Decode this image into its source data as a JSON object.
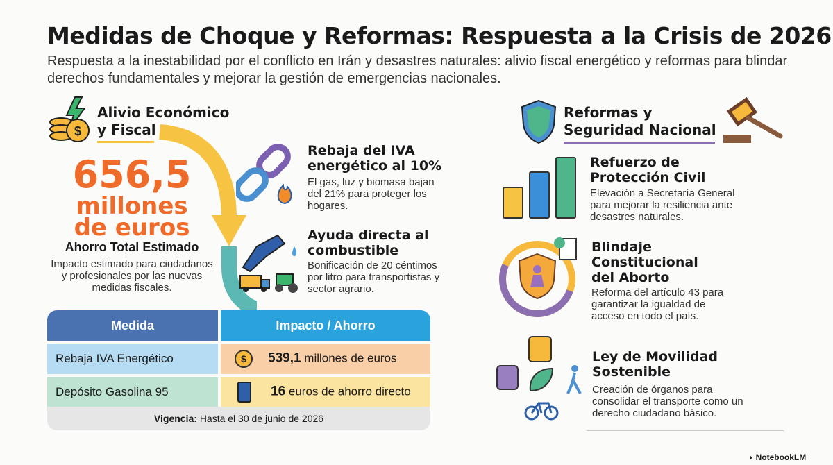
{
  "header": {
    "title": "Medidas de Choque y Reformas: Respuesta a la Crisis de 2026",
    "subtitle": "Respuesta a la inestabilidad por el conflicto en Irán y desastres naturales: alivio fiscal energético y reformas para blindar derechos fundamentales y mejorar la gestión de emergencias nacionales."
  },
  "left": {
    "title_line1": "Alivio Económico",
    "title_line2": "y Fiscal",
    "big_number": "656,5",
    "big_unit1": "millones",
    "big_unit2": "de euros",
    "label": "Ahorro Total Estimado",
    "desc": "Impacto estimado para ciudadanos y profesionales por las nuevas medidas fiscales."
  },
  "middle": [
    {
      "title": "Rebaja del IVA energético al 10%",
      "desc": "El gas, luz y biomasa bajan del 21% para proteger los hogares."
    },
    {
      "title": "Ayuda directa al combustible",
      "desc": "Bonificación de 20 céntimos por litro para transportistas y sector agrario."
    }
  ],
  "table": {
    "headers": [
      "Medida",
      "Impacto / Ahorro"
    ],
    "rows": [
      {
        "medida": "Rebaja IVA Energético",
        "value": "539,1",
        "rest": "millones de euros"
      },
      {
        "medida": "Depósito Gasolina 95",
        "value": "16",
        "rest": "euros de ahorro directo"
      }
    ],
    "footer_label": "Vigencia:",
    "footer_text": "Hasta el 30 de junio de 2026"
  },
  "right": {
    "title_line1": "Reformas y",
    "title_line2": "Seguridad Nacional",
    "items": [
      {
        "title": "Refuerzo de Protección Civil",
        "desc": "Elevación a Secretaría General para mejorar la resiliencia ante desastres naturales."
      },
      {
        "title": "Blindaje Constitucional del Aborto",
        "desc": "Reforma del artículo 43 para garantizar la igualdad de acceso en todo el país."
      },
      {
        "title": "Ley de Movilidad Sostenible",
        "desc": "Creación de órganos para consolidar el transporte como un derecho ciudadano básico."
      }
    ]
  },
  "brand": "NotebookLM",
  "colors": {
    "orange": "#ef6b2a",
    "yellow": "#f6c343",
    "teal": "#5bb8b3",
    "blue_header": "#4a72b0",
    "cyan_header": "#2aa3dc",
    "purple": "#8c6fb0"
  }
}
